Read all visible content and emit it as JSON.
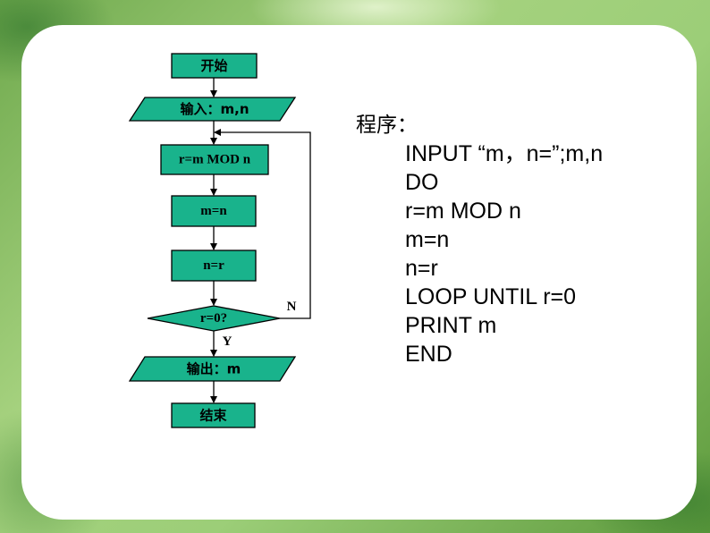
{
  "flowchart": {
    "start": "开始",
    "input": "输入：m,n",
    "step1": "r=m MOD n",
    "step2": "m=n",
    "step3": "n=r",
    "decision": "r=0?",
    "no_label": "N",
    "yes_label": "Y",
    "output": "输出：m",
    "end": "结束"
  },
  "program": {
    "title": "程序：",
    "lines": [
      "INPUT “m，n=”;m,n",
      "DO",
      "r=m MOD n",
      "m=n",
      "n=r",
      "LOOP UNTIL r=0",
      "PRINT m",
      "END"
    ]
  },
  "colors": {
    "box_fill": "#19b38c",
    "card": "#ffffff",
    "background": "#8cc06a"
  }
}
